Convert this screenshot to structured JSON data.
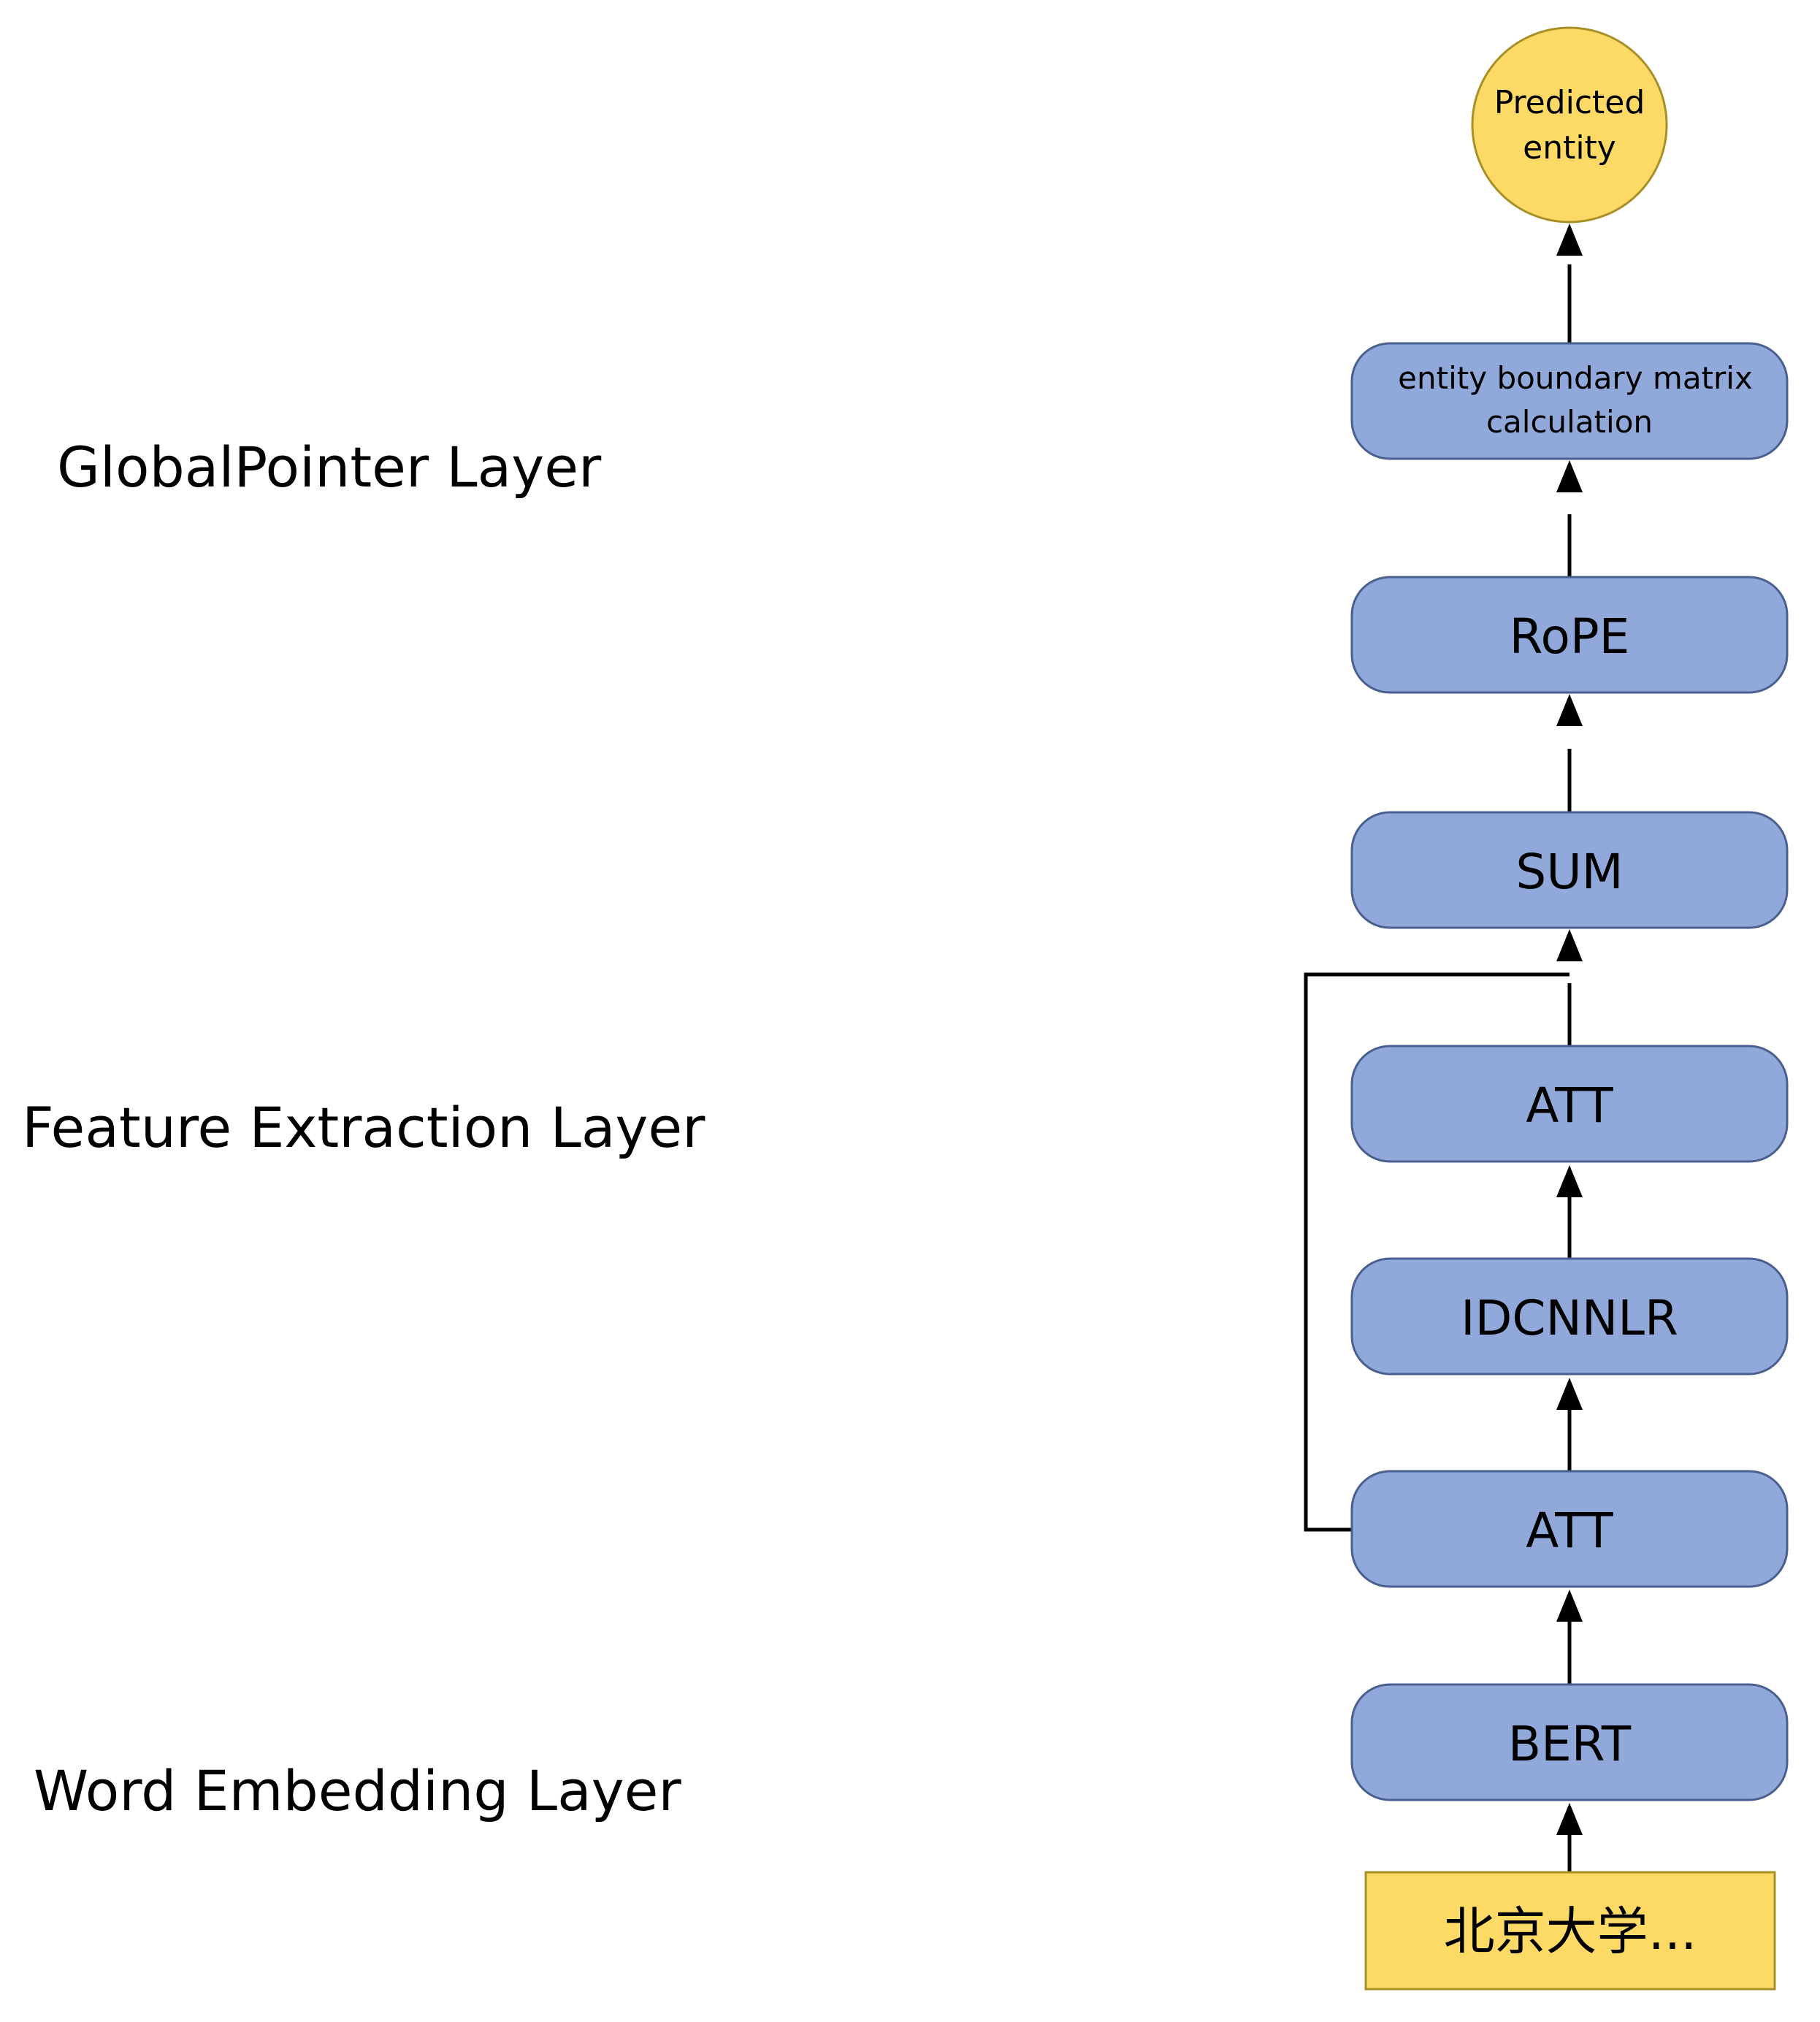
{
  "layers": {
    "globalpointer": "GlobalPointer Layer",
    "feature_extraction": "Feature Extraction Layer",
    "word_embedding": "Word Embedding Layer"
  },
  "nodes": {
    "output": [
      "Predicted",
      "entity"
    ],
    "boundary": [
      "entity boundary matrix",
      "calculation"
    ],
    "rope": "RoPE",
    "sum": "SUM",
    "att_top": "ATT",
    "idcnnlr": "IDCNNLR",
    "att_bottom": "ATT",
    "bert": "BERT",
    "input": "北京大学..."
  },
  "colors": {
    "block_fill": "#91a9da",
    "block_stroke": "#4a5f8f",
    "highlight_fill": "#fdd966",
    "highlight_stroke": "#a89028",
    "arrow": "#000000"
  }
}
